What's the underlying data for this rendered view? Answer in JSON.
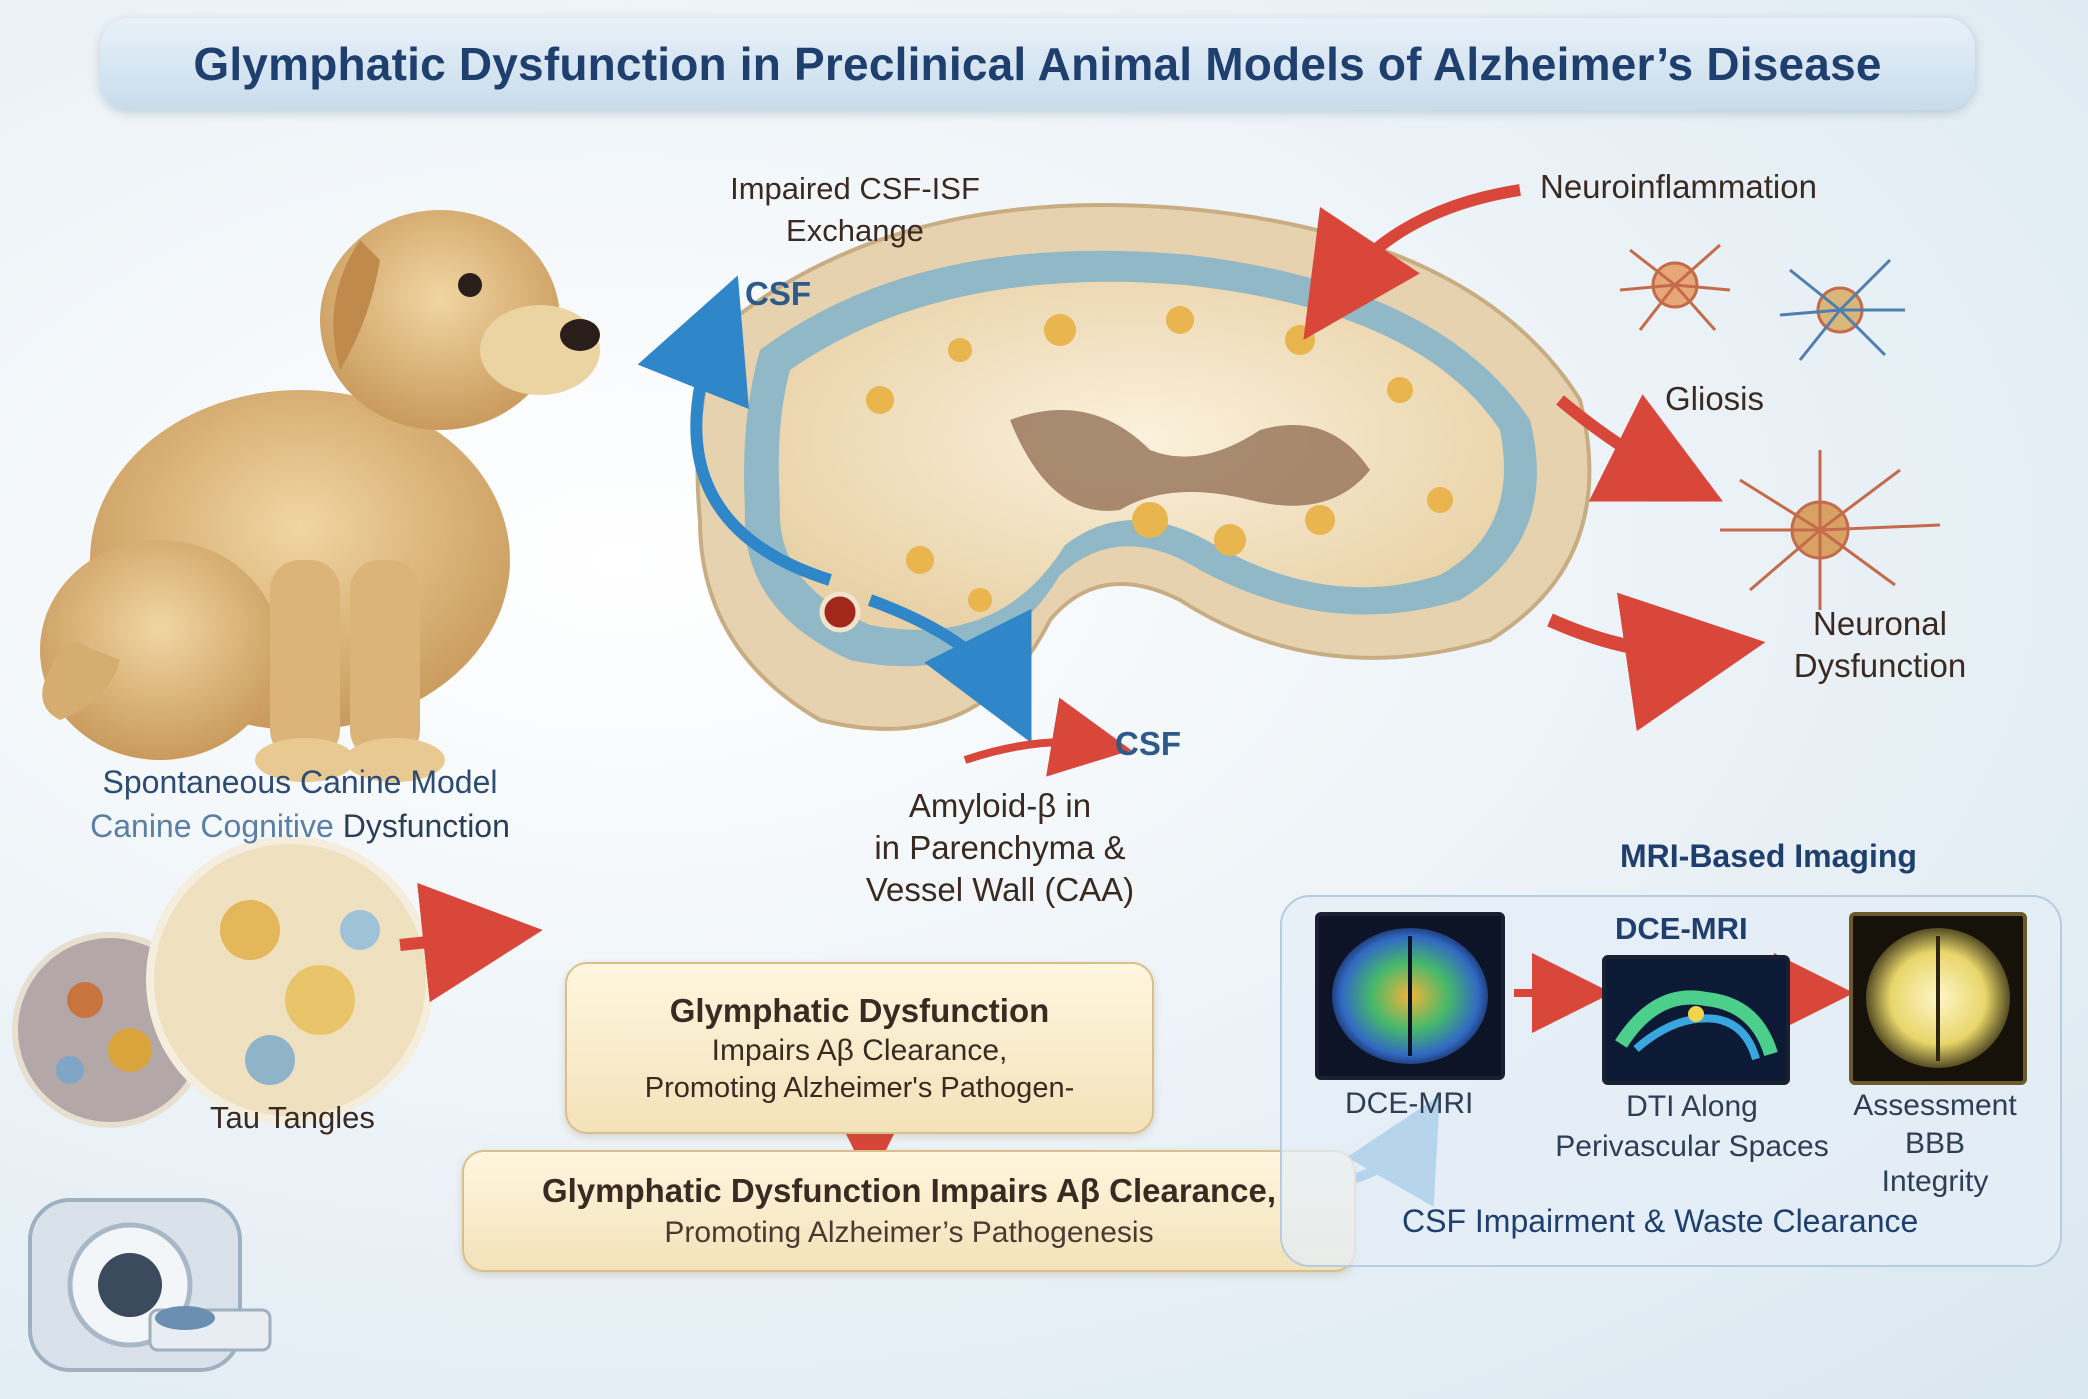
{
  "title": "Glymphatic Dysfunction in Preclinical Animal Models of Alzheimer’s Disease",
  "brain": {
    "exchange_label_line1": "Impaired CSF-ISF",
    "exchange_label_line2": "Exchange",
    "csf_top": "CSF",
    "csf_bottom": "CSF",
    "amyloid_line1": "Amyloid-β in",
    "amyloid_line2": "in Parenchyma &",
    "amyloid_line3": "Vessel Wall (CAA)"
  },
  "right_cells": {
    "neuroinflammation": "Neuroinflammation",
    "gliosis": "Gliosis",
    "neuronal_line1": "Neuronal",
    "neuronal_line2": "Dysfunction"
  },
  "canine": {
    "model_title": "Spontaneous Canine Model",
    "model_subtitle_a": "Canine Cognitive ",
    "model_subtitle_b": "Dysfunction",
    "tau_label": "Tau Tangles"
  },
  "summary_box_top": {
    "line1": "Glymphatic Dysfunction",
    "line2": "Impairs Aβ Clearance,",
    "line3": "Promoting Alzheimer's Pathogen-"
  },
  "summary_box_bottom": {
    "line1": "Glymphatic Dysfunction Impairs Aβ Clearance,",
    "line2": "Promoting Alzheimer’s Pathogenesis"
  },
  "mri": {
    "section_title": "MRI-Based Imaging",
    "middle_header": "DCE-MRI",
    "left_caption": "DCE-MRI",
    "middle_caption_line1": "DTI Along",
    "middle_caption_line2": "Perivascular Spaces",
    "right_caption_line1": "Assessment",
    "right_caption_line2": "BBB",
    "right_caption_line3": "Integrity",
    "footer": "CSF Impairment & Waste Clearance"
  },
  "colors": {
    "title_text": "#1f3f6e",
    "csf_arrow": "#2f86c9",
    "red_arrow": "#d9463a",
    "box_fill": "#f3e2b9"
  }
}
